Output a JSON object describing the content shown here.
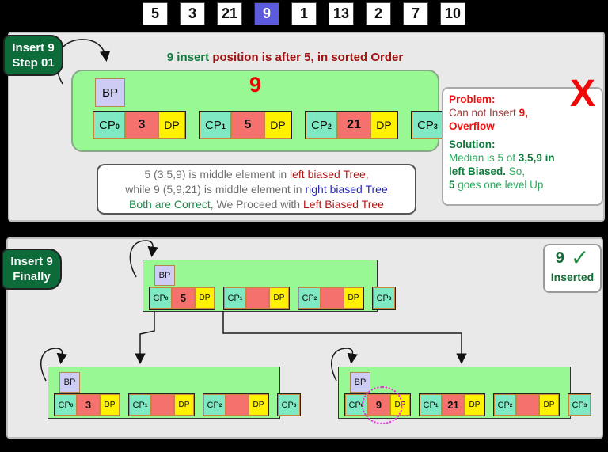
{
  "top_row": {
    "values": [
      "5",
      "3",
      "21",
      "9",
      "1",
      "13",
      "2",
      "7",
      "10"
    ],
    "highlight_index": 3,
    "highlight_color": "#5b5bdb"
  },
  "panel1": {
    "label_line1": "Insert 9",
    "label_line2": "Step 01",
    "heading": [
      {
        "t": "9 insert ",
        "c": "hgreen"
      },
      {
        "t": "position is after 5,  in sorted Order",
        "c": "hred"
      }
    ],
    "node": {
      "bp": "BP",
      "overlay": "9",
      "groups": [
        {
          "cp": "CP",
          "sub": "0",
          "key": "3",
          "dp": "DP"
        },
        {
          "cp": "CP",
          "sub": "1",
          "key": "5",
          "dp": "DP"
        },
        {
          "cp": "CP",
          "sub": "2",
          "key": "21",
          "dp": "DP"
        },
        {
          "cp": "CP",
          "sub": "3"
        }
      ]
    },
    "info_lines": [
      [
        {
          "t": "5 (3,5,9) is middle element in ",
          "c": "gray"
        },
        {
          "t": "left biased Tree,",
          "c": "ired"
        }
      ],
      [
        {
          "t": "while 9 (5,9,21) is middle element  in ",
          "c": "gray"
        },
        {
          "t": "right biased Tree",
          "c": "iblue"
        }
      ],
      [
        {
          "t": "Both are Correct",
          "c": "igreen"
        },
        {
          "t": ", We Proceed with ",
          "c": "gray"
        },
        {
          "t": "Left Biased Tree",
          "c": "ired"
        }
      ]
    ],
    "problem_box": {
      "x_mark": "X",
      "lines": [
        [
          {
            "t": "Problem:",
            "c": "pred"
          }
        ],
        [
          {
            "t": "Can not Insert ",
            "c": "pdred"
          },
          {
            "t": "9,",
            "c": "pred"
          }
        ],
        [
          {
            "t": "Overflow",
            "c": "pred"
          }
        ],
        [
          {
            "t": "Solution:",
            "c": "pdgreen"
          }
        ],
        [
          {
            "t": "Median is 5 of ",
            "c": "pgreen"
          },
          {
            "t": "3,5,9 in",
            "c": "pdgreen"
          }
        ],
        [
          {
            "t": "left Biased.",
            "c": "pdgreen"
          },
          {
            "t": " So,",
            "c": "pgreen"
          }
        ],
        [
          {
            "t": "5",
            "c": "pdgreen"
          },
          {
            "t": " goes one level Up",
            "c": "pgreen"
          }
        ]
      ]
    }
  },
  "panel2": {
    "label_line1": "Insert 9",
    "label_line2": "Finally",
    "inserted_box": {
      "number": "9",
      "check": "✓",
      "label": "Inserted"
    },
    "root_node": {
      "bp": "BP",
      "groups": [
        {
          "cp": "CP",
          "sub": "0",
          "key": "5",
          "dp": "DP"
        },
        {
          "cp": "CP",
          "sub": "1",
          "key": "",
          "dp": "DP"
        },
        {
          "cp": "CP",
          "sub": "2",
          "key": "",
          "dp": "DP"
        },
        {
          "cp": "CP",
          "sub": "3"
        }
      ]
    },
    "left_node": {
      "bp": "BP",
      "groups": [
        {
          "cp": "CP",
          "sub": "0",
          "key": "3",
          "dp": "DP"
        },
        {
          "cp": "CP",
          "sub": "1",
          "key": "",
          "dp": "DP"
        },
        {
          "cp": "CP",
          "sub": "2",
          "key": "",
          "dp": "DP"
        },
        {
          "cp": "CP",
          "sub": "3"
        }
      ]
    },
    "right_node": {
      "bp": "BP",
      "groups": [
        {
          "cp": "CP",
          "sub": "0",
          "key": "9",
          "dp": "DP",
          "circled": true
        },
        {
          "cp": "CP",
          "sub": "1",
          "key": "21",
          "dp": "DP"
        },
        {
          "cp": "CP",
          "sub": "2",
          "key": "",
          "dp": "DP"
        },
        {
          "cp": "CP",
          "sub": "3"
        }
      ]
    }
  },
  "colors": {
    "node_fill": "#98f893",
    "cp_cell": "#7fe9c3",
    "key_cell": "#f4716e",
    "dp_cell": "#fef200",
    "bp_cell": "#ccccf5",
    "label_green": "#0d6b3a",
    "circle_magenta": "#f322e8",
    "x_red": "#ee0808"
  }
}
